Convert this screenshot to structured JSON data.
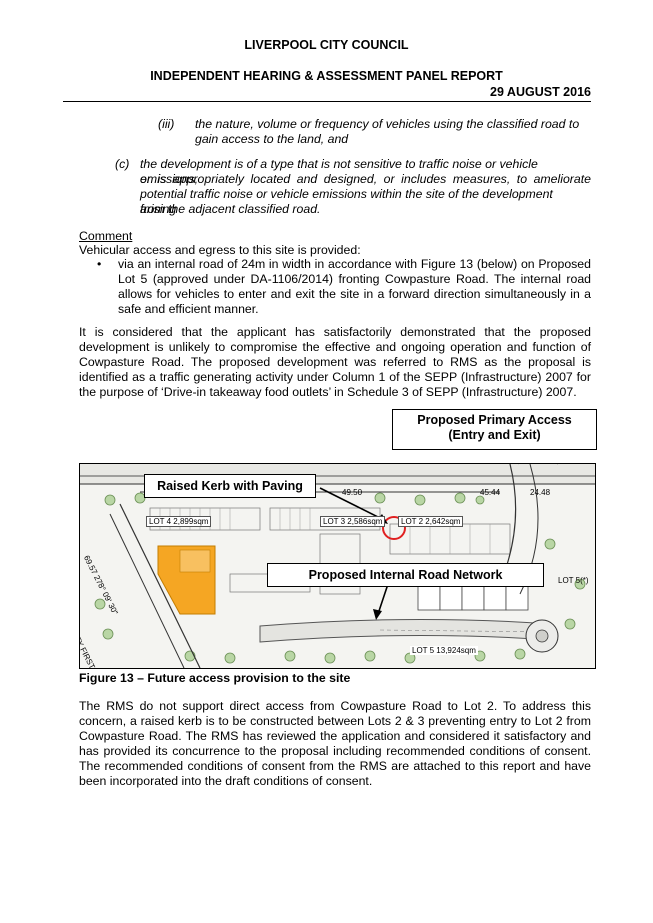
{
  "header": {
    "council": "LIVERPOOL CITY COUNCIL",
    "report_title": "INDEPENDENT HEARING & ASSESSMENT PANEL REPORT",
    "date": "29 AUGUST 2016"
  },
  "clauses": {
    "iii": {
      "label": "(iii)",
      "line1": "the nature, volume or frequency of vehicles using the classified road to",
      "line2": "gain access to the land, and"
    },
    "c": {
      "label": "(c)",
      "lines": [
        "the development is of a type that is not sensitive to traffic noise or vehicle emissions,",
        "or is appropriately located and designed, or includes measures, to ameliorate",
        "potential traffic noise or vehicle emissions within the site of the development arising",
        "from the adjacent classified road."
      ]
    }
  },
  "comment": {
    "heading": "Comment",
    "intro": "Vehicular access and egress to this site is provided:",
    "bullet_lines": [
      "via an internal road of 24m in width in accordance with Figure 13 (below) on Proposed",
      "Lot 5 (approved under DA-1106/2014) fronting Cowpasture Road. The internal road",
      "allows for vehicles to enter and exit the site in a forward direction simultaneously in a",
      "safe and efficient manner."
    ]
  },
  "para1_lines": [
    "It is considered that the applicant has satisfactorily demonstrated that the proposed",
    "development is unlikely to compromise the effective and ongoing operation and function of",
    "Cowpasture Road. The proposed development was referred to RMS as the proposal is",
    "identified as a traffic generating activity under Column 1 of the SEPP (Infrastructure) 2007 for",
    "the purpose of ‘Drive-in takeaway food outlets’ in Schedule 3 of SEPP (Infrastructure) 2007."
  ],
  "figure": {
    "callout_primary_line1": "Proposed Primary Access",
    "callout_primary_line2": "(Entry and Exit)",
    "callout_kerb": "Raised Kerb with Paving",
    "callout_internal": "Proposed Internal Road Network",
    "lot4": "LOT 4  2,899sqm",
    "lot3": "LOT 3  2,586sqm",
    "lot2": "LOT 2  2,642sqm",
    "lot5": "LOT 5  13,924sqm",
    "lot5_right": "LOT 5(*)",
    "dim_4950": "49.50",
    "dim_4544": "45.44",
    "dim_2448": "24.48",
    "road_name": "TWENTY FIRST AVENUE",
    "bearing": "69.57   278° 09' 30\"",
    "caption": "Figure 13 – Future access provision to the site"
  },
  "para2_lines": [
    "The RMS do not support direct access from Cowpasture Road to Lot 2. To address this",
    "concern, a raised kerb is to be constructed between Lots 2 & 3 preventing entry to Lot 2 from",
    "Cowpasture Road. The RMS has reviewed the application and considered it satisfactory and",
    "has provided its concurrence to the proposal including recommended conditions of consent.",
    "The recommended conditions of consent from the RMS are attached to this report and have",
    "been incorporated into the draft conditions of consent."
  ]
}
